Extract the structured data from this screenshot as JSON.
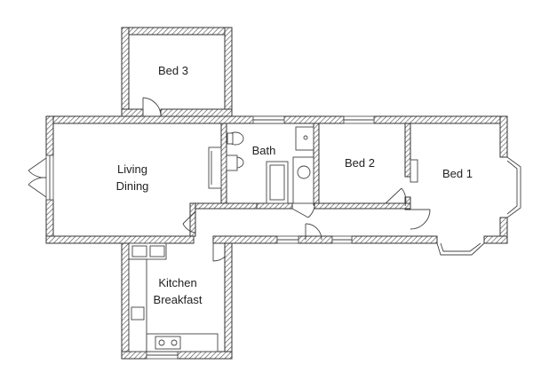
{
  "rooms": {
    "bed3": "Bed 3",
    "living_1": "Living",
    "living_2": "Dining",
    "bath": "Bath",
    "bed2": "Bed 2",
    "bed1": "Bed 1",
    "kitchen_1": "Kitchen",
    "kitchen_2": "Breakfast"
  },
  "colors": {
    "wall_outline": "#333333",
    "hatch": "#555555",
    "background": "#ffffff"
  }
}
